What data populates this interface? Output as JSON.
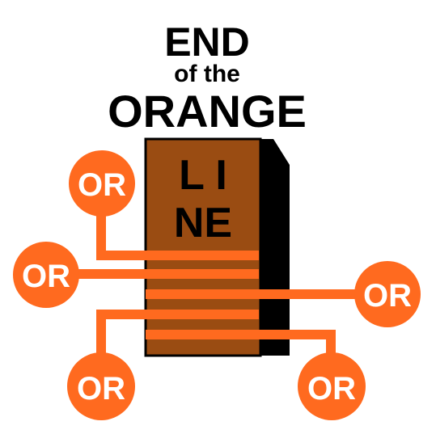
{
  "logo": {
    "title_line1": "END",
    "title_line2": "of the",
    "title_line3": "ORANGE",
    "box_line1": "L I",
    "box_line2": "NE",
    "nodes": [
      "OR",
      "OR",
      "OR",
      "OR",
      "OR"
    ]
  },
  "colors": {
    "orange": "#ff6a1f",
    "box_brown": "#9a4c12",
    "box_shadow": "#000000",
    "text_dark": "#000000",
    "node_text": "#ffffff"
  }
}
